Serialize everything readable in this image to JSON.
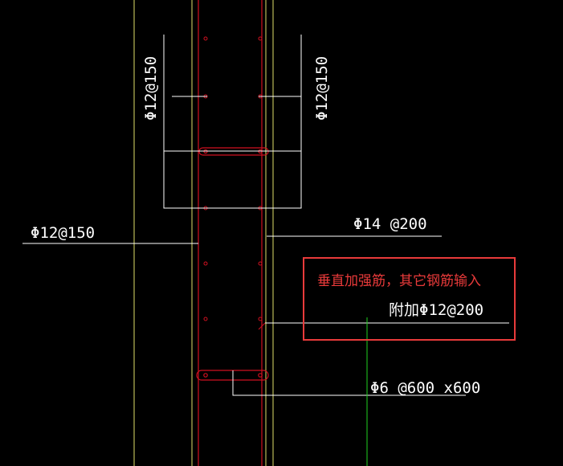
{
  "drawing": {
    "labels": {
      "top_left_vertical": "Φ12@150",
      "top_right_vertical": "Φ12@150",
      "left_horizontal": "Φ12@150",
      "right_horizontal": "Φ14 @200",
      "additional": "附加Φ12@200",
      "tie": "Φ6 @600 x600"
    },
    "annotation": {
      "text": "垂直加强筋，其它钢筋输入"
    },
    "colors": {
      "background": "#000000",
      "yellow": "#e0e06a",
      "red": "#d01020",
      "white": "#ffffff",
      "green": "#1fd11f",
      "annotation_box": "#e83a3a"
    }
  }
}
